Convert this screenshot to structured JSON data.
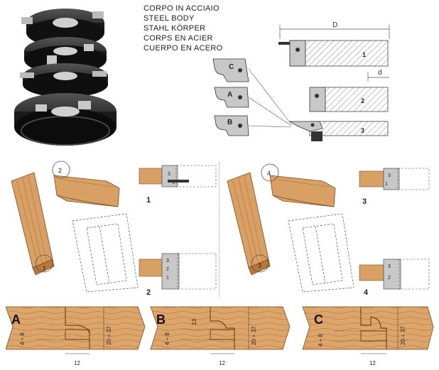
{
  "material_titles": [
    "CORPO IN ACCIAIO",
    "STEEL BODY",
    "STAHL KÖRPER",
    "CORPS EN ACIER",
    "CUERPO EN ACERO"
  ],
  "dimensions": {
    "diameter": "D",
    "depth": "d"
  },
  "knife_labels": [
    "C",
    "A",
    "B"
  ],
  "cutter_positions": [
    "1",
    "2",
    "3"
  ],
  "assembly_circles": [
    "2",
    "1",
    "4",
    "3"
  ],
  "steps": [
    "1",
    "2",
    "3",
    "4"
  ],
  "profiles": [
    {
      "label": "A",
      "thickness": "4 ÷ 8",
      "width": "12",
      "height": "20 ÷ 37",
      "extra": ""
    },
    {
      "label": "B",
      "thickness": "4 ÷ 8",
      "width": "12",
      "height": "20 ÷ 37",
      "extra": "13"
    },
    {
      "label": "C",
      "thickness": "4 ÷ 8",
      "width": "12",
      "height": "20 ÷ 37",
      "extra": ""
    }
  ],
  "colors": {
    "wood": "#d9a066",
    "wood_dark": "#b9773a",
    "steel": "#333333",
    "insert": "#c8c8c8",
    "hatch": "#555555"
  }
}
